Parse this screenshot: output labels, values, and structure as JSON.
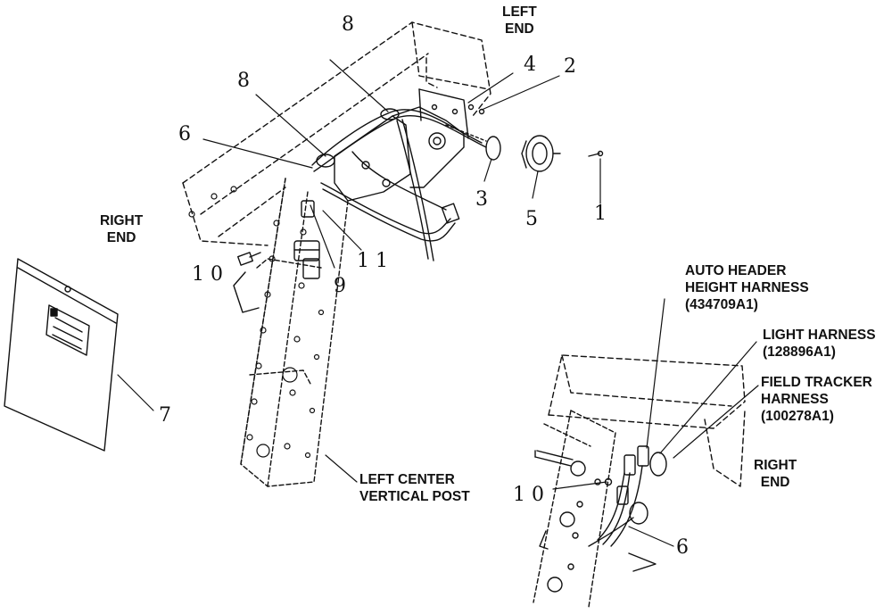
{
  "callouts": {
    "n1": "1",
    "n2": "2",
    "n3": "3",
    "n4": "4",
    "n5": "5",
    "n6a": "6",
    "n6b": "6",
    "n7": "7",
    "n8a": "8",
    "n8b": "8",
    "n9": "9",
    "n10a": "1 0",
    "n10b": "1 0",
    "n11": "1 1"
  },
  "labels": {
    "left_end": [
      "LEFT",
      "END"
    ],
    "right_end_main": [
      "RIGHT",
      "END"
    ],
    "right_end_detail": [
      "RIGHT",
      "END"
    ],
    "left_center_post": [
      "LEFT CENTER",
      "VERTICAL POST"
    ],
    "auto_header": [
      "AUTO HEADER",
      "HEIGHT HARNESS",
      "(434709A1)"
    ],
    "light_harness": [
      "LIGHT HARNESS",
      "(128896A1)"
    ],
    "field_tracker": [
      "FIELD TRACKER",
      "HARNESS",
      "(100278A1)"
    ]
  }
}
